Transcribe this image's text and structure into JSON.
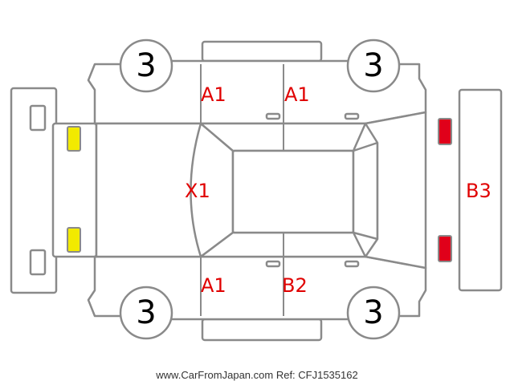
{
  "colors": {
    "damage_text": "#e00000",
    "yellow_marker": "#f2ea00",
    "red_marker": "#e0001a",
    "outline": "#8a8a8a"
  },
  "tires": {
    "front_left": "3",
    "front_right": "3",
    "rear_left": "3",
    "rear_right": "3"
  },
  "marks": {
    "door_top_front": "A1",
    "door_top_rear": "A1",
    "windshield": "X1",
    "door_bottom_front": "A1",
    "door_bottom_rear": "B2",
    "rear_bumper": "B3"
  },
  "footer": "www.CarFromJapan.com Ref: CFJ1535162"
}
